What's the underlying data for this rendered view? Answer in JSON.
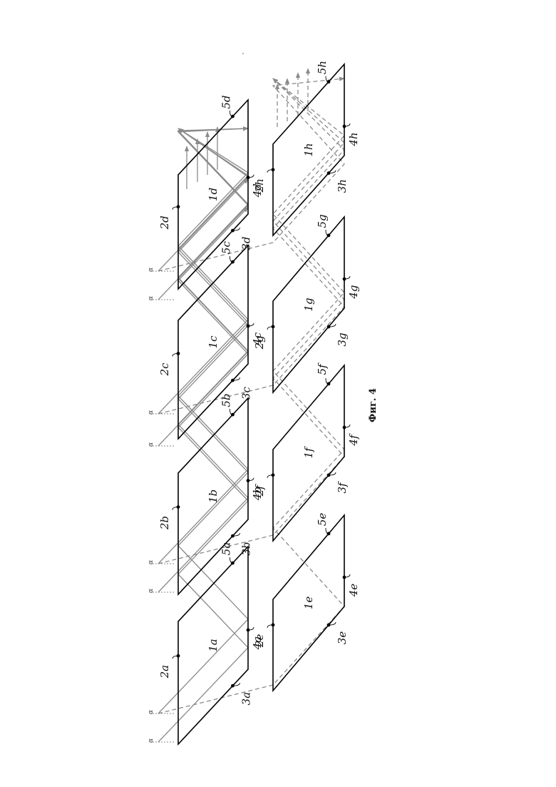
{
  "figure": {
    "caption": "Фиг. 4",
    "alpha_symbol": "α",
    "colors": {
      "outline": "#000000",
      "beam_solid": "#8a8a8a",
      "beam_dashed": "#8a8a8a",
      "dot": "#000000"
    }
  },
  "top_row": [
    {
      "id": "a",
      "center_label": "1a",
      "labels": [
        "2a",
        "3a",
        "4a",
        "5a"
      ]
    },
    {
      "id": "b",
      "center_label": "1b",
      "labels": [
        "2b",
        "3b",
        "4b",
        "5b"
      ]
    },
    {
      "id": "c",
      "center_label": "1c",
      "labels": [
        "2c",
        "3c",
        "4c",
        "5c"
      ]
    },
    {
      "id": "d",
      "center_label": "1d",
      "labels": [
        "2d",
        "3d",
        "4d",
        "5d"
      ]
    }
  ],
  "bottom_row": [
    {
      "id": "e",
      "center_label": "1e",
      "labels": [
        "2e",
        "3e",
        "4e",
        "5e"
      ]
    },
    {
      "id": "f",
      "center_label": "1f",
      "labels": [
        "2f",
        "3f",
        "4f",
        "5f"
      ]
    },
    {
      "id": "g",
      "center_label": "1g",
      "labels": [
        "2g",
        "3g",
        "4g",
        "5g"
      ]
    },
    {
      "id": "h",
      "center_label": "1h",
      "labels": [
        "2h",
        "3h",
        "4h",
        "5h"
      ]
    }
  ]
}
